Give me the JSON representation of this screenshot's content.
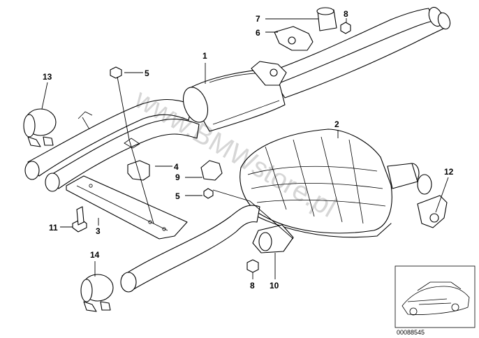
{
  "diagram": {
    "callouts": {
      "c1": "1",
      "c2": "2",
      "c3": "3",
      "c4": "4",
      "c5a": "5",
      "c5b": "5",
      "c6": "6",
      "c7": "7",
      "c8a": "8",
      "c8b": "8",
      "c9": "9",
      "c10": "10",
      "c11": "11",
      "c12": "12",
      "c13": "13",
      "c14": "14"
    },
    "watermark": "www.BMWstore.pl",
    "thumbnail_code": "00088545"
  }
}
